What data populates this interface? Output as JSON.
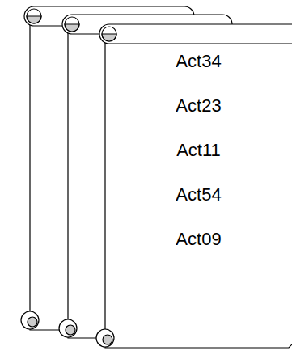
{
  "diagram": {
    "nodes": [
      {
        "text": [
          "Act34",
          "Act23",
          "Act11",
          "Act54",
          "Act09"
        ]
      }
    ]
  }
}
